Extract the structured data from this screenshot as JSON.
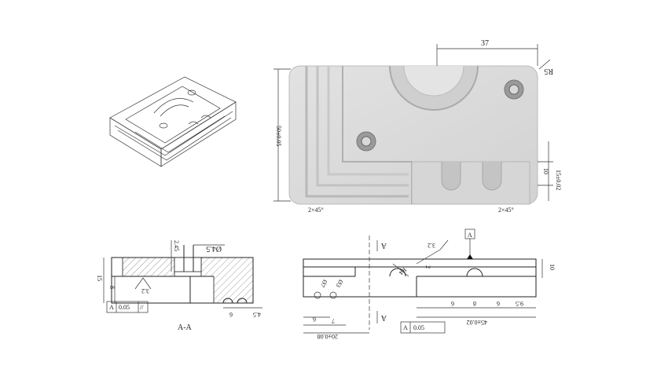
{
  "render_view": {
    "dim_top": "37",
    "dim_radius": "R5",
    "dim_height": "50±0.05",
    "dim_right_main": "15±0.02",
    "dim_right_inner": "10",
    "chamfer_left": "2×45°",
    "chamfer_right": "2×45°"
  },
  "section_view": {
    "title": "A-A",
    "dim_top_small": "2.45",
    "dim_hole": "Ø4.5",
    "dim_height": "15",
    "dim_inner": "8",
    "roughness": "3.2",
    "dim_bottom_a": "6",
    "dim_bottom_b": "4.5",
    "tolerance_value": "0.05",
    "tolerance_datum": "A"
  },
  "front_view": {
    "section_mark_top": "A",
    "section_mark_bottom": "A",
    "roughness": "3.2",
    "datum_label": "A",
    "dim_right_height": "10",
    "dim_two": "2",
    "dim_r4": "R4",
    "dim_hole_a": "Ø7",
    "dim_hole_b": "Ø3",
    "dims_bottom": [
      "6",
      "8",
      "6",
      "9.5"
    ],
    "dim_bottom_long": "45±0.02",
    "dim_left_a": "6",
    "dim_left_b": "7",
    "dim_bottom_total": "20±0.08",
    "tolerance_value": "0.05",
    "tolerance_datum": "A"
  }
}
